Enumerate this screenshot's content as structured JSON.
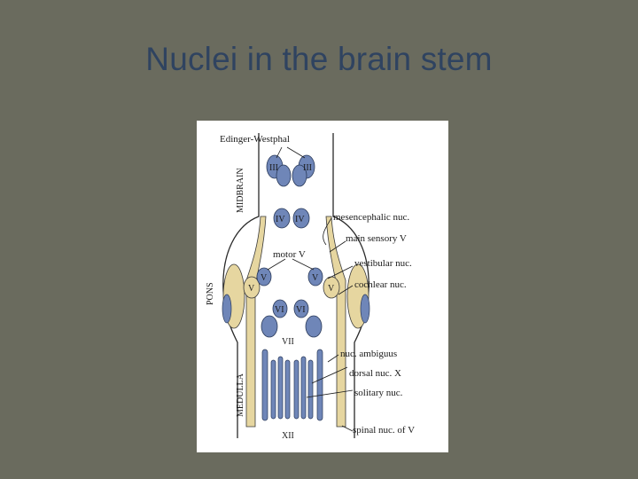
{
  "slide": {
    "title": "Nuclei in the brain stem"
  },
  "figure": {
    "regions": {
      "midbrain": "MIDBRAIN",
      "pons": "PONS",
      "medulla": "MEDULLA"
    },
    "labels": {
      "edinger_westphal": "Edinger-Westphal",
      "mesencephalic": "mesencephalic nuc.",
      "main_sensory": "main sensory V",
      "motor_v": "motor V",
      "vestibular": "vestibular nuc.",
      "cochlear": "cochlear nuc.",
      "ambiguus": "nuc. ambiguus",
      "dorsal_x": "dorsal nuc. X",
      "solitary": "solitary nuc.",
      "spinal_v": "spinal nuc. of V"
    },
    "nuclei": {
      "iii": "III",
      "iv": "IV",
      "v": "V",
      "vi": "VI",
      "vii": "VII",
      "xii": "XII"
    },
    "colors": {
      "motor_nucleus": "#6f86b8",
      "sensory_column": "#e6d6a0"
    }
  }
}
